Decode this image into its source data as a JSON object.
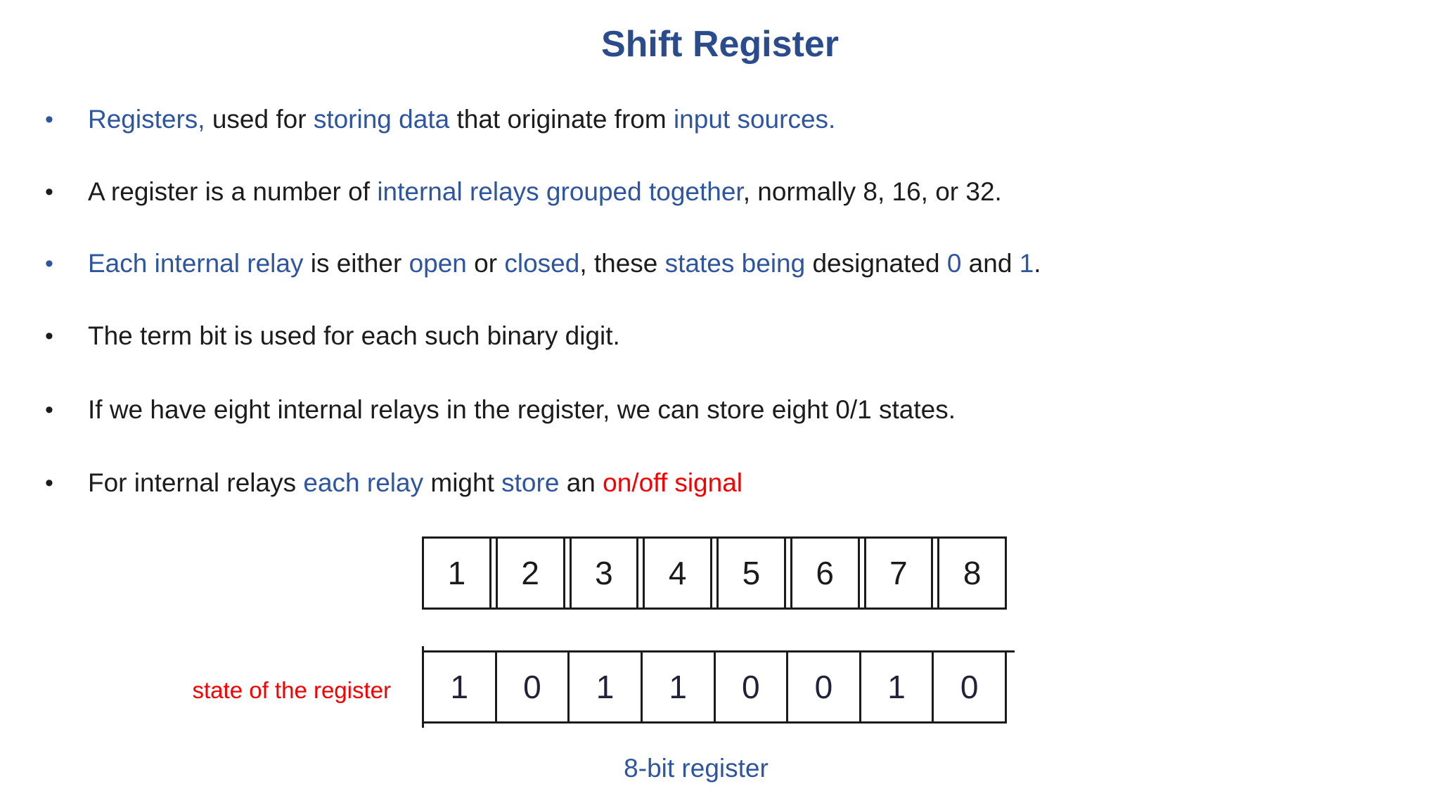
{
  "title": {
    "text": "Shift Register"
  },
  "bullets": [
    {
      "dot": "blue",
      "segments": [
        {
          "text": "Registers,",
          "color": "blue"
        },
        {
          "text": " used for ",
          "color": "black"
        },
        {
          "text": "storing data",
          "color": "blue"
        },
        {
          "text": " that originate from ",
          "color": "black"
        },
        {
          "text": "input sources.",
          "color": "blue"
        }
      ]
    },
    {
      "dot": "black",
      "segments": [
        {
          "text": "A register is a number of ",
          "color": "black"
        },
        {
          "text": "internal relays grouped together",
          "color": "blue"
        },
        {
          "text": ", normally 8, 16, or 32.",
          "color": "black"
        }
      ]
    },
    {
      "dot": "blue",
      "segments": [
        {
          "text": "Each internal relay",
          "color": "blue"
        },
        {
          "text": " is either ",
          "color": "black"
        },
        {
          "text": "open",
          "color": "blue"
        },
        {
          "text": " or ",
          "color": "black"
        },
        {
          "text": "closed",
          "color": "blue"
        },
        {
          "text": ", these ",
          "color": "black"
        },
        {
          "text": "states being",
          "color": "blue"
        },
        {
          "text": " designated ",
          "color": "black"
        },
        {
          "text": "0",
          "color": "blue"
        },
        {
          "text": " and ",
          "color": "black"
        },
        {
          "text": "1",
          "color": "blue"
        },
        {
          "text": ".",
          "color": "black"
        }
      ]
    },
    {
      "dot": "black",
      "segments": [
        {
          "text": "The term bit is used for each such binary digit.",
          "color": "black"
        }
      ]
    },
    {
      "dot": "black",
      "segments": [
        {
          "text": "If we have eight internal relays in the register, we can store eight 0/1 states.",
          "color": "black"
        }
      ]
    },
    {
      "dot": "black",
      "segments": [
        {
          "text": "For internal relays ",
          "color": "black"
        },
        {
          "text": "each relay",
          "color": "blue"
        },
        {
          "text": " might ",
          "color": "black"
        },
        {
          "text": "store",
          "color": "blue"
        },
        {
          "text": " an ",
          "color": "black"
        },
        {
          "text": "on/off signal",
          "color": "red"
        }
      ]
    }
  ],
  "diagram": {
    "bit_positions": [
      "1",
      "2",
      "3",
      "4",
      "5",
      "6",
      "7",
      "8"
    ],
    "register_state": [
      "1",
      "0",
      "1",
      "1",
      "0",
      "0",
      "1",
      "0"
    ],
    "state_label": "state of the register",
    "caption": "8-bit register"
  },
  "colors": {
    "title_blue": "#2B4C8C",
    "text_blue": "#2E55A0",
    "red": "#F80000",
    "ink": "#1C1C1C"
  },
  "bullet_marker": "•"
}
